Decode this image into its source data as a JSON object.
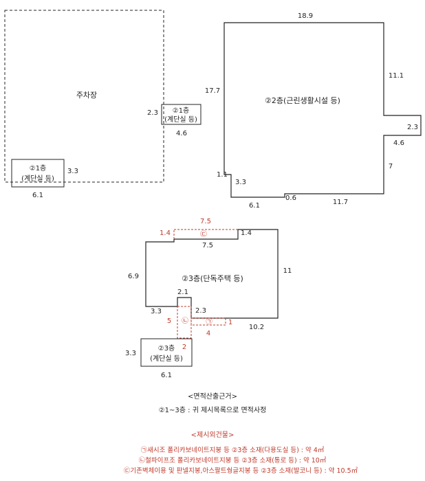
{
  "site_plan": {
    "parking": {
      "label": "주차장",
      "annex_1f": {
        "line1": "②1층",
        "line2": "(계단실 등)",
        "dim_width": "6.1",
        "dim_height": "3.3"
      },
      "annex_side": {
        "line1": "②1층",
        "line2": "(계단실 등)",
        "dim_width": "4.6",
        "dim_height": "2.3"
      }
    },
    "floor2": {
      "label": "②2층(근린생활시설 등)",
      "dims": {
        "top": "18.9",
        "left": "17.7",
        "right_upper": "11.1",
        "step1": "2.3",
        "step2": "4.6",
        "right_lower": "7",
        "bottom": "11.7",
        "notch": "0.6",
        "left_bottom": "6.1",
        "left_small": "1.1",
        "left_step": "3.3"
      }
    }
  },
  "floor3": {
    "label": "②3층(단독주택 등)",
    "dims": {
      "top": "7.5",
      "left_top": "1.4",
      "right_top": "1.4",
      "left": "6.9",
      "right": "11",
      "bottom_right": "10.2",
      "notch_top": "2.1",
      "notch_left": "3.3",
      "notch_depth": "2.3"
    },
    "stair": {
      "line1": "②3층",
      "line2": "(계단실 등)",
      "dim_width": "6.1",
      "dim_height": "3.3"
    },
    "red_dims": {
      "top": "7.5",
      "left": "1.4",
      "n5": "5",
      "n2": "2",
      "n4": "4",
      "n1": "1"
    },
    "markers": {
      "c": "㉢",
      "b": "㉡",
      "a": "㉠"
    }
  },
  "footer": {
    "basis_title": "<면적산출근거>",
    "basis_text": "②1~3층 : 귀 제시목록으로 면적사정",
    "excluded_title": "<제시외건물>",
    "notes": [
      "㉠새시조 폴리카보네이트지붕 등 ②3층 소재(다용도실 등) : 약 4㎡",
      "㉡철파이프조 폴리카보네이트지붕  등 ②3층 소재(통로 등) : 약 10㎡",
      "㉢기존벽체이용 및 판넬지붕,아스팔트쉉글지붕 등 ②3층 소재(발코니 등) : 약 10.5㎡"
    ]
  },
  "colors": {
    "line": "#222222",
    "red": "#c0392b"
  }
}
